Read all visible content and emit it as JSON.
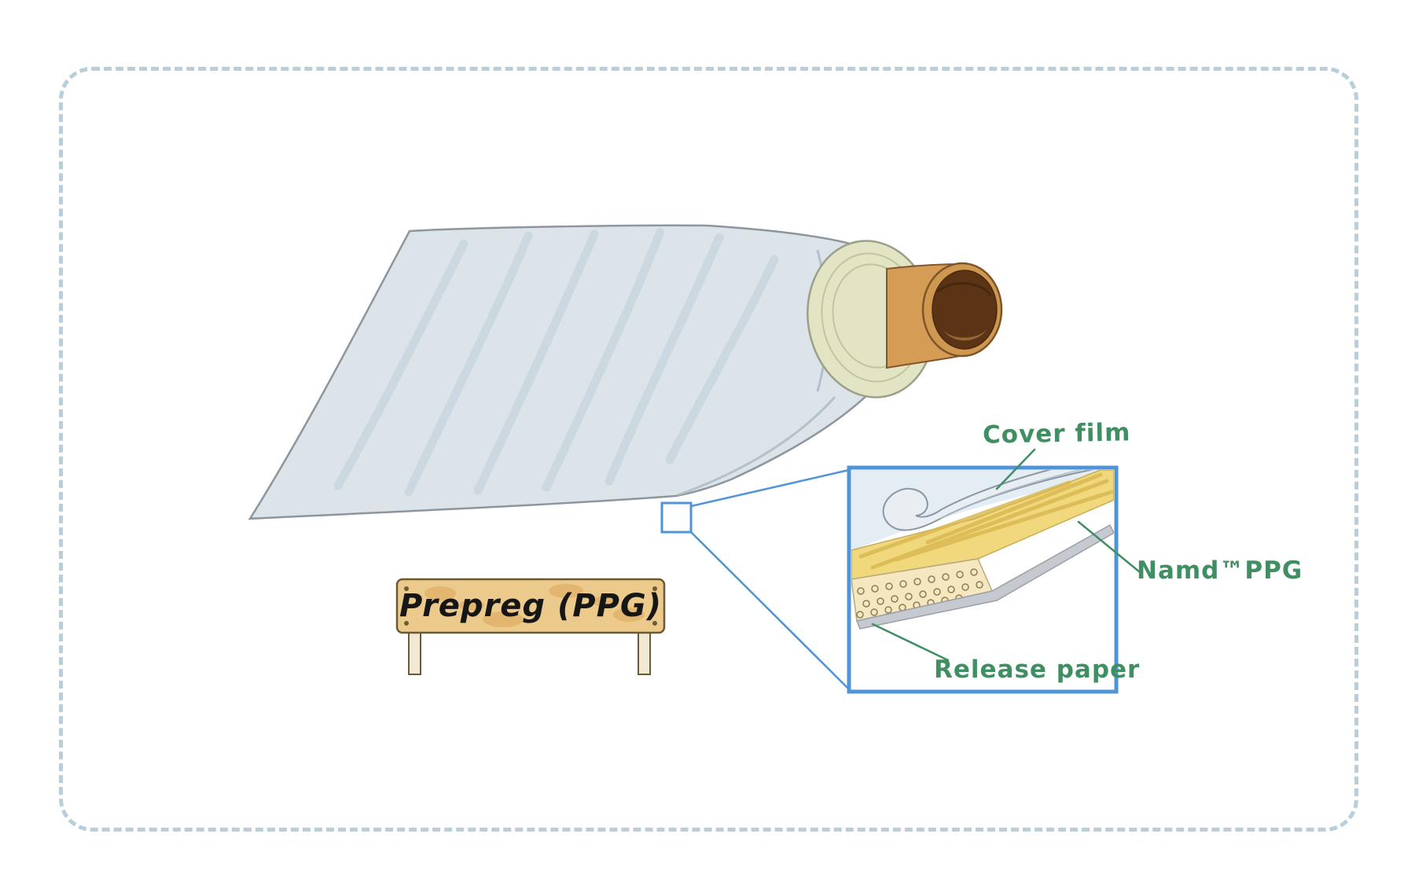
{
  "illustration": {
    "sign": {
      "label": "Prepreg (PPG)"
    },
    "inset": {
      "labels": {
        "cover_film": "Cover film",
        "namd_ppg": "Namd™PPG",
        "release_paper": "Release paper"
      }
    },
    "colors": {
      "frame_dash": "#b6cfda",
      "inset_border": "#4f93d8",
      "zoom_blue": "#4f93d8",
      "label_green": "#3f8f63",
      "sheet_gray": "#dce4ea",
      "namd_yellow": "#f1d87d",
      "release_paper_cream": "#f5e7c0",
      "sign_tan": "#ecca8b",
      "core_brown": "#d29a52"
    }
  }
}
